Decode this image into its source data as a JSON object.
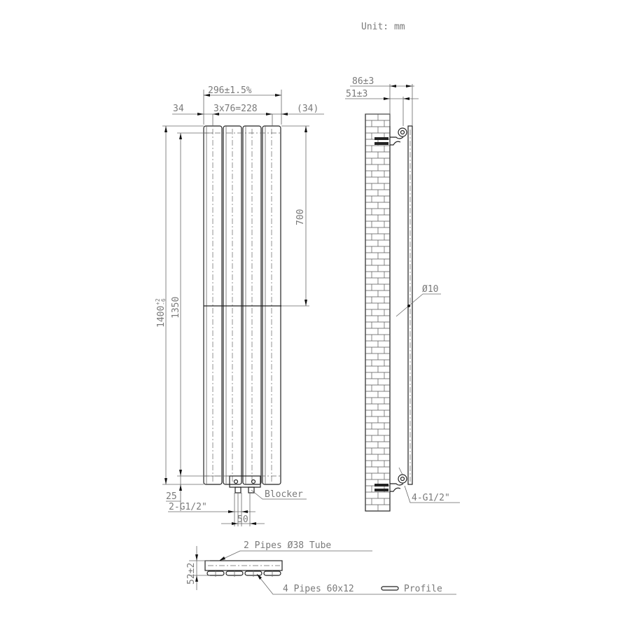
{
  "unit_label": "Unit: mm",
  "front_view": {
    "width_total": "296±1.5%",
    "left_margin": "34",
    "spacing": "3x76=228",
    "right_margin": "(34)",
    "height_total": "1400",
    "height_tolerance_upper": "+2",
    "height_tolerance_lower": "-6",
    "center_height": "1350",
    "half_height": "700",
    "bottom_offset": "25",
    "inlet_label": "2-G1/2\"",
    "pipe_spacing": "50",
    "blocker_label": "Blocker"
  },
  "side_view": {
    "depth_total": "86±3",
    "depth_wall": "51±3",
    "diameter": "Ø10",
    "bracket_label": "4-G1/2\""
  },
  "top_view": {
    "depth": "52±2",
    "tube_label": "2 Pipes Ø38 Tube",
    "profile_label": "4 Pipes 60x12",
    "profile_suffix": "Profile"
  }
}
